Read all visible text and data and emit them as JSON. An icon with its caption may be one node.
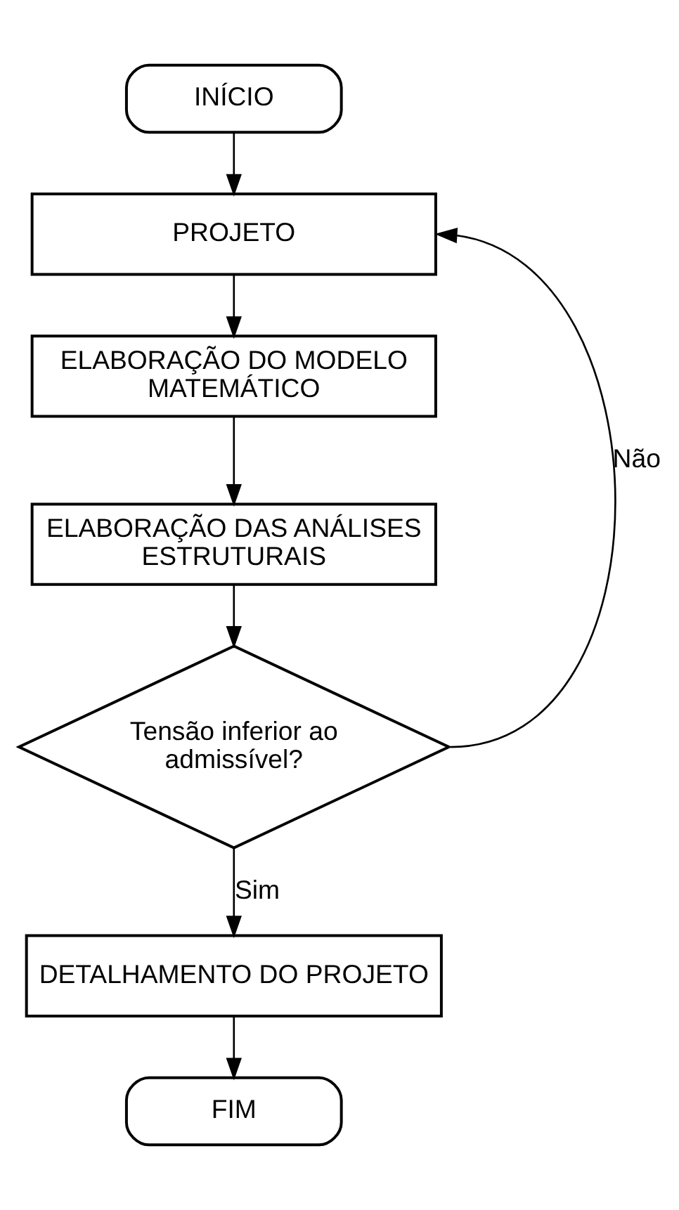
{
  "diagram": {
    "nodes": [
      {
        "text": [
          "INÍCIO"
        ]
      },
      {
        "text": [
          "PROJETO"
        ]
      },
      {
        "text": [
          "ELABORAÇÃO DO MODELO MATEMÁTICO"
        ]
      },
      {
        "text": [
          "ELABORAÇÃO DAS ANÁLISES ESTRUTURAIS"
        ]
      },
      {
        "text": [
          "Tensão inferior ao admissível?"
        ]
      },
      {
        "text": [
          "DETALHAMENTO DO PROJETO"
        ]
      },
      {
        "text": [
          "FIM"
        ]
      }
    ],
    "edges": [
      {
        "from": 0,
        "to": 1,
        "arrow": "to"
      },
      {
        "from": 1,
        "to": 2,
        "arrow": "to"
      },
      {
        "from": 2,
        "to": 3,
        "arrow": "to"
      },
      {
        "from": 3,
        "to": 4,
        "arrow": "to"
      },
      {
        "from": 4,
        "to": 1,
        "arrow": "to",
        "label": "Não"
      },
      {
        "from": 4,
        "to": 5,
        "arrow": "to",
        "label": "Sim"
      },
      {
        "from": 5,
        "to": 6,
        "arrow": "to"
      }
    ]
  }
}
